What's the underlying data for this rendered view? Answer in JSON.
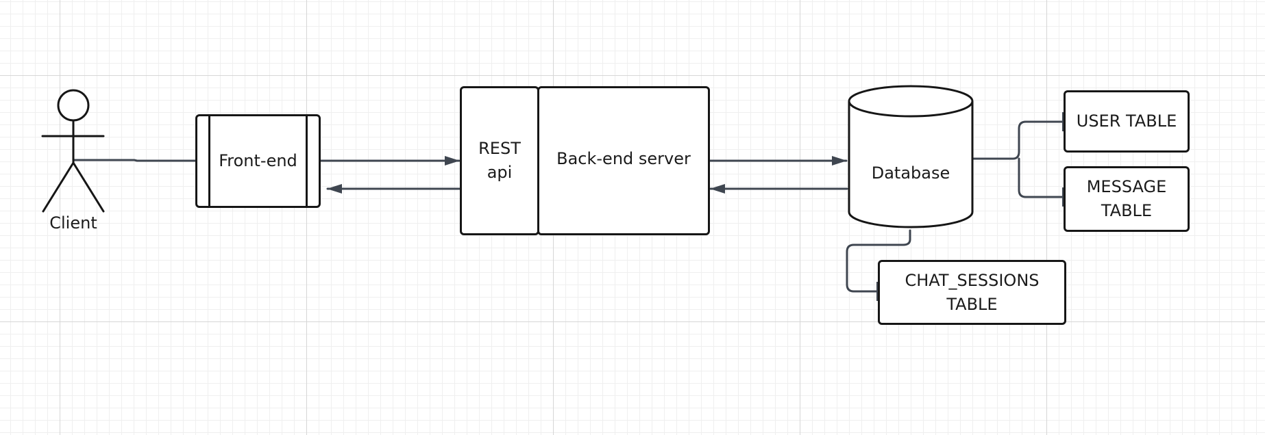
{
  "diagram": {
    "actor": {
      "label": "Client"
    },
    "frontend": {
      "label": "Front-end"
    },
    "rest_api": {
      "label": "REST\napi"
    },
    "backend": {
      "label": "Back-end server"
    },
    "database": {
      "label": "Database"
    },
    "user_table": {
      "label": "USER TABLE"
    },
    "message_table": {
      "label": "MESSAGE\nTABLE"
    },
    "chat_sessions_table": {
      "label": "CHAT_SESSIONS\nTABLE"
    }
  },
  "colors": {
    "stroke": "#161616",
    "edge": "#3f4650",
    "text": "#1b1b1b"
  }
}
